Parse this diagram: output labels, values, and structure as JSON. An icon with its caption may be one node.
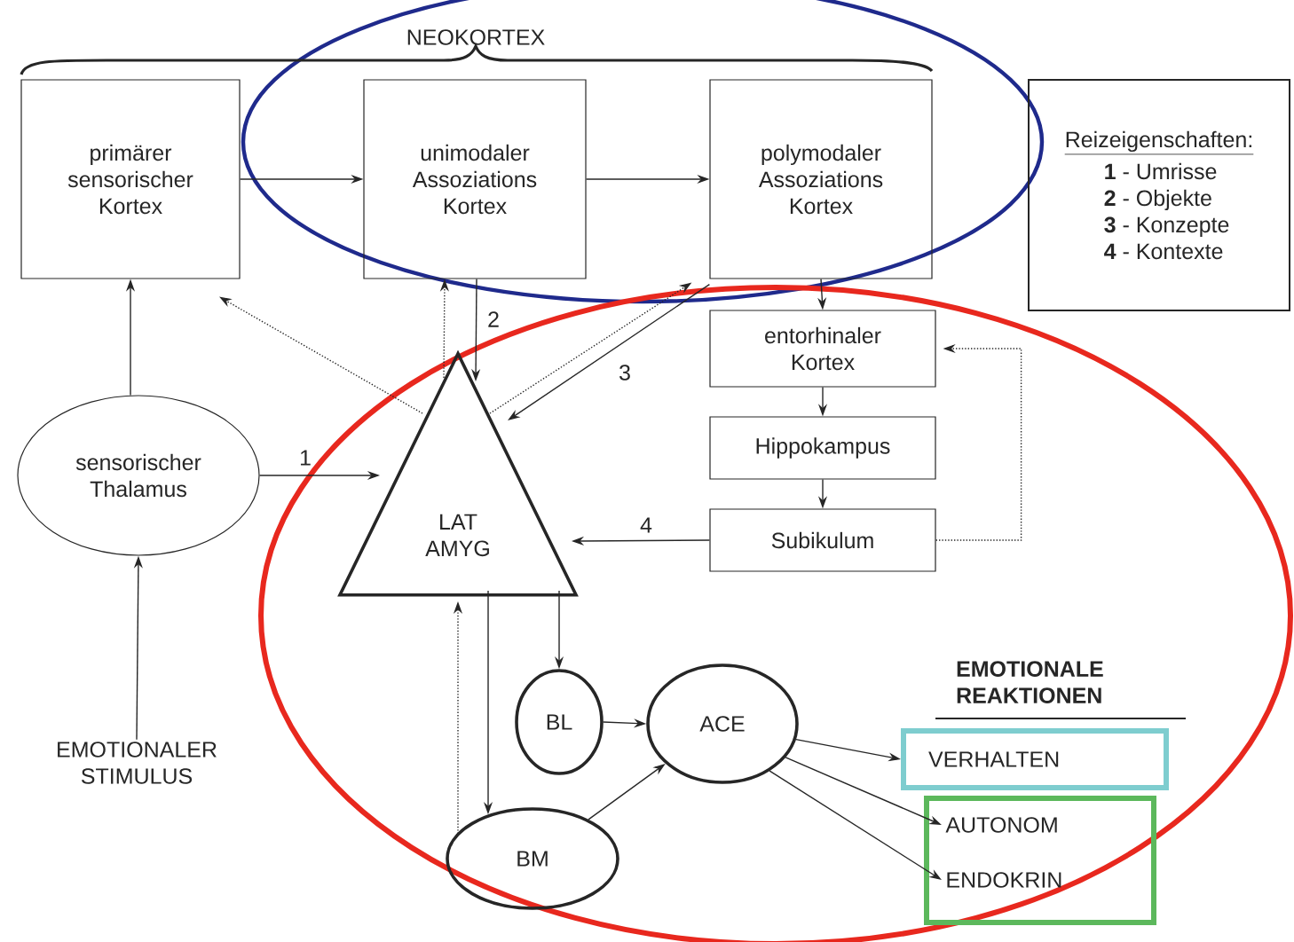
{
  "diagram": {
    "nodes": [
      {
        "text": [
          "primärer sensorischer Kortex"
        ]
      },
      {
        "text": [
          "unimodaler Assoziations Kortex"
        ]
      },
      {
        "text": [
          "polymodaler Assoziations Kortex"
        ]
      },
      {
        "text": [
          "Reizeigenschaften:",
          "**1** - Umrisse",
          "**2** - Objekte",
          "**3** - Konzepte",
          "**4** - Kontexte"
        ]
      },
      {
        "text": [
          "entorhinaler Kortex"
        ]
      },
      {
        "text": [
          "Hippokampus"
        ]
      },
      {
        "text": [
          "Subikulum"
        ]
      },
      {
        "text": [
          "sensorischer Thalamus"
        ]
      },
      {
        "text": [
          "LAT AMYG"
        ]
      },
      {
        "text": [
          "EMOTIONALER STIMULUS"
        ]
      },
      {
        "text": [
          "BL"
        ]
      },
      {
        "text": [
          "ACE"
        ]
      },
      {
        "text": [
          "BM"
        ]
      },
      {
        "text": [
          "VERHALTEN"
        ]
      },
      {
        "text": [],
        "shape": "box"
      },
      {
        "text": [
          "AUTONOM"
        ],
        "in": 14
      },
      {
        "text": [
          "ENDOKRIN"
        ],
        "in": 14
      }
    ],
    "edges": [
      {
        "from": 0,
        "to": 1,
        "arrow": "to"
      },
      {
        "from": 1,
        "to": 2,
        "arrow": "to"
      },
      {
        "from": 7,
        "to": 0,
        "arrow": "to"
      },
      {
        "from": 9,
        "to": 7,
        "arrow": "to"
      },
      {
        "from": 7,
        "to": 8,
        "arrow": "to",
        "label": "1"
      },
      {
        "from": 1,
        "to": 8,
        "arrow": "to",
        "label": "2"
      },
      {
        "from": 8,
        "to": 1,
        "arrow": "to",
        "style": "dashed"
      },
      {
        "from": 8,
        "to": 0,
        "arrow": "to",
        "style": "dashed"
      },
      {
        "from": 8,
        "to": 2,
        "arrow": "to",
        "style": "dashed"
      },
      {
        "from": 2,
        "to": 8,
        "arrow": "to",
        "label": "3"
      },
      {
        "from": 2,
        "to": 4,
        "arrow": "to"
      },
      {
        "from": 4,
        "to": 5,
        "arrow": "to"
      },
      {
        "from": 5,
        "to": 6,
        "arrow": "to"
      },
      {
        "from": 6,
        "to": 8,
        "arrow": "to",
        "label": "4"
      },
      {
        "from": 6,
        "to": 4,
        "arrow": "to",
        "style": "dashed"
      },
      {
        "from": 8,
        "to": 10,
        "arrow": "to"
      },
      {
        "from": 8,
        "to": 12,
        "arrow": "to"
      },
      {
        "from": 12,
        "to": 8,
        "arrow": "to",
        "style": "dashed"
      },
      {
        "from": 10,
        "to": 11,
        "arrow": "to"
      },
      {
        "from": 12,
        "to": 11,
        "arrow": "to"
      },
      {
        "from": 11,
        "to": 13,
        "arrow": "to"
      },
      {
        "from": 11,
        "to": 15,
        "arrow": "to"
      },
      {
        "from": 11,
        "to": 16,
        "arrow": "to"
      }
    ],
    "labels": [
      "NEOKORTEX",
      "EMOTIONALE REAKTIONEN"
    ]
  }
}
